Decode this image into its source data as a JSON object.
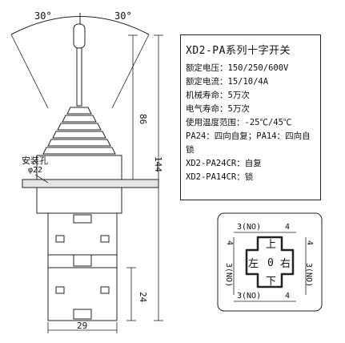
{
  "spec": {
    "title": "XD2-PA系列十字开关",
    "lines": [
      "额定电压：150/250/600V",
      "额定电流：15/10/4A",
      "机械寿命：5万次",
      "电气寿命：5万次",
      "使用温度范围：-25℃/45℃",
      "PA24：四向自复；PA14：四向自锁",
      "XD2-PA24CR：自复",
      "XD2-PA14CR：锁"
    ]
  },
  "drawing": {
    "angle_left": "30°",
    "angle_right": "30°",
    "dim_86": "86",
    "dim_144": "144",
    "dim_24": "24",
    "dim_29": "29",
    "mount_hole_label": "安装孔",
    "mount_hole_dia": "φ22"
  },
  "contact_diagram": {
    "up": "上",
    "down": "下",
    "left": "左",
    "right": "右",
    "center": "0",
    "top_no": "3(NO)",
    "top_nc": "4",
    "bottom_no": "3(NO)",
    "bottom_nc": "4",
    "left_no": "3(NO)",
    "left_nc": "4",
    "right_no": "3(NO)",
    "right_nc": "4"
  }
}
